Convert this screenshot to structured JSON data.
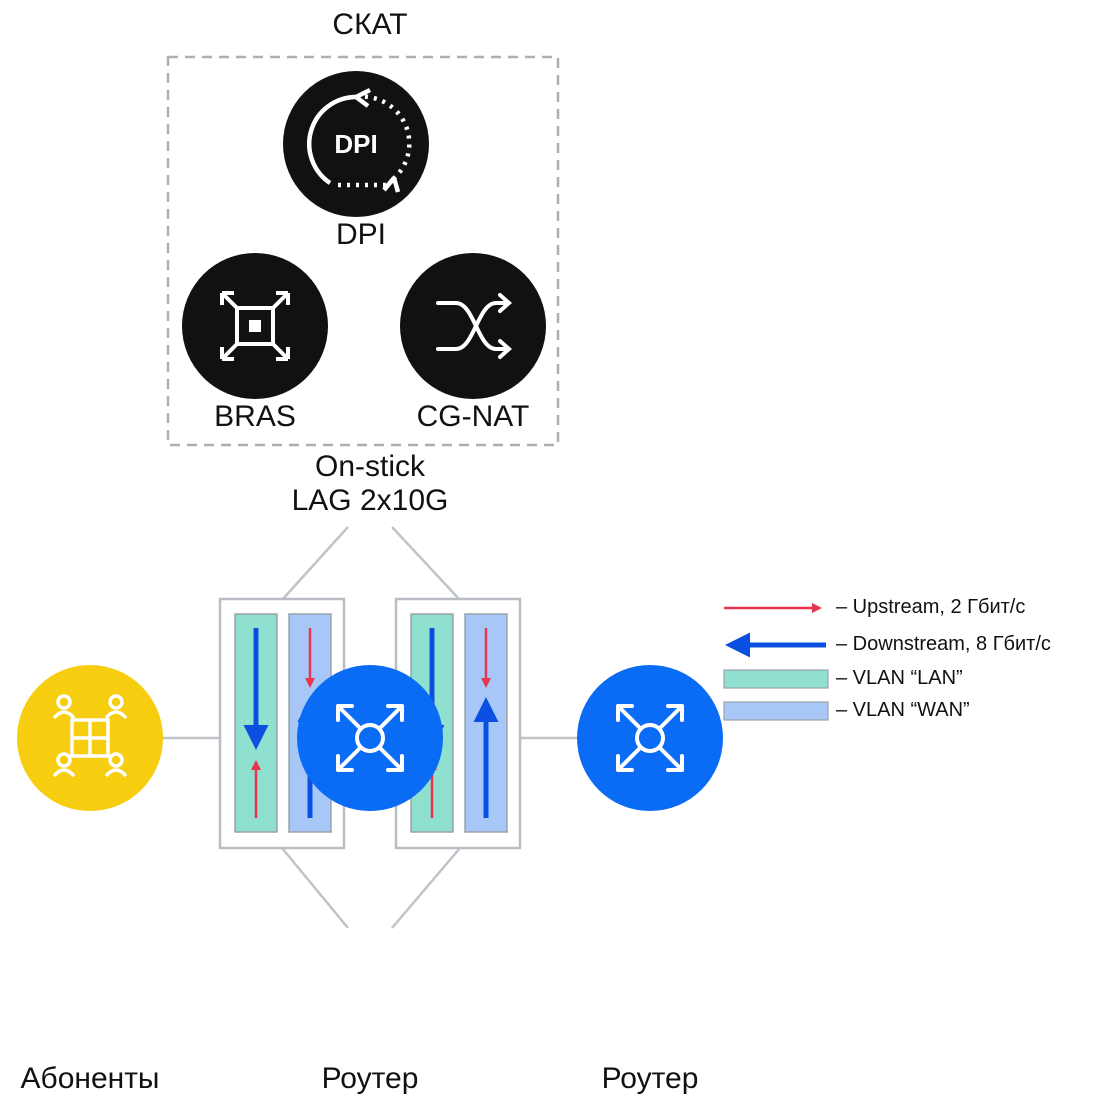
{
  "title": "СКАТ",
  "nodes": {
    "dpi": {
      "label": "DPI",
      "inner_text": "DPI",
      "icon": "dpi-cycle-icon"
    },
    "bras": {
      "label": "BRAS",
      "icon": "bras-expand-icon"
    },
    "cgnat": {
      "label": "CG-NAT",
      "icon": "shuffle-icon"
    },
    "subscribers": {
      "label": "Абоненты",
      "icon": "subscribers-network-icon"
    },
    "router_main": {
      "label": "Роутер",
      "icon": "router-icon"
    },
    "router_second": {
      "label": "Роутер",
      "icon": "router-icon"
    }
  },
  "link": {
    "line1": "On-stick",
    "line2": "LAG 2x10G"
  },
  "legend": [
    {
      "key": "upstream",
      "text": "– Upstream, 2 Гбит/с"
    },
    {
      "key": "downstream",
      "text": "– Downstream, 8 Гбит/с"
    },
    {
      "key": "vlan_lan",
      "text": "– VLAN “LAN”"
    },
    {
      "key": "vlan_wan",
      "text": "– VLAN “WAN”"
    }
  ],
  "colors": {
    "node_dark": "#111111",
    "router_blue": "#0a6cf5",
    "subscribers_yellow": "#f6cd0f",
    "upstream_red": "#e8344e",
    "downstream_blue": "#0b4fe0",
    "vlan_lan": "#8fe0cf",
    "vlan_wan": "#a7c8f7",
    "lines": "#bfc4c9",
    "dashed_border": "#a9b0b6"
  }
}
